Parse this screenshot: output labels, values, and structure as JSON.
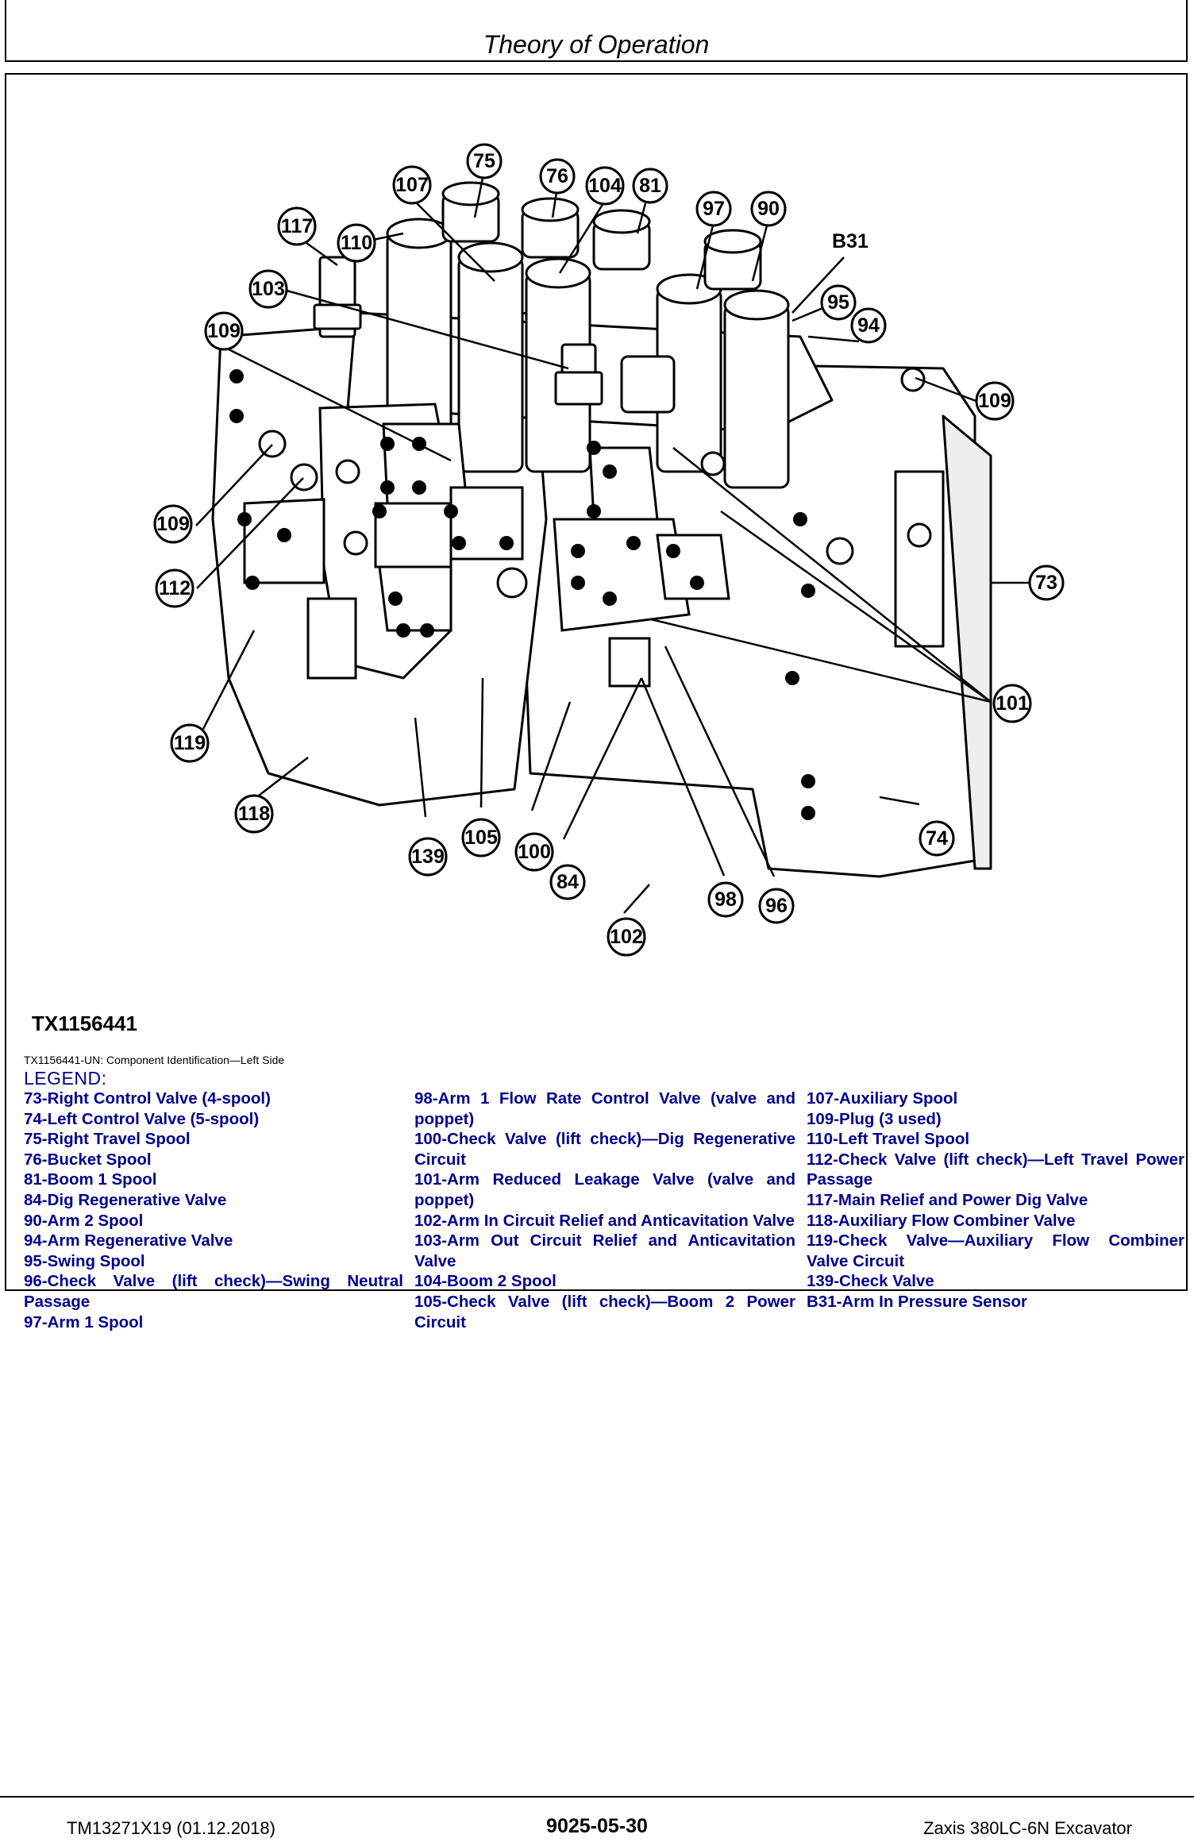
{
  "header": {
    "title": "Theory of Operation"
  },
  "figure": {
    "id": "TX1156441",
    "caption": "TX1156441-UN: Component Identification—Left Side",
    "callouts": [
      "75",
      "76",
      "107",
      "104",
      "81",
      "110",
      "97",
      "90",
      "117",
      "B31",
      "103",
      "95",
      "94",
      "109",
      "109",
      "109",
      "73",
      "112",
      "101",
      "119",
      "118",
      "74",
      "139",
      "105",
      "100",
      "84",
      "98",
      "96",
      "102"
    ]
  },
  "legend": {
    "heading": "LEGEND:",
    "col1": [
      "73-Right Control Valve (4-spool)",
      "74-Left Control Valve (5-spool)",
      "75-Right Travel Spool",
      "76-Bucket Spool",
      "81-Boom 1 Spool",
      "84-Dig Regenerative Valve",
      "90-Arm 2 Spool",
      "94-Arm Regenerative Valve",
      "95-Swing Spool",
      "96-Check Valve (lift check)—Swing Neutral Passage",
      "97-Arm 1 Spool"
    ],
    "col2": [
      "98-Arm 1 Flow Rate Control Valve (valve and poppet)",
      "100-Check Valve (lift check)—Dig Regenerative Circuit",
      "101-Arm Reduced Leakage Valve (valve and poppet)",
      "102-Arm In Circuit Relief and Anticavitation Valve",
      "103-Arm Out Circuit Relief and Anticavitation Valve",
      "104-Boom 2 Spool",
      "105-Check Valve (lift check)—Boom 2 Power Circuit"
    ],
    "col3": [
      "107-Auxiliary Spool",
      "109-Plug (3 used)",
      "110-Left Travel Spool",
      "112-Check Valve (lift check)—Left Travel Power Passage",
      "117-Main Relief and Power Dig Valve",
      "118-Auxiliary Flow Combiner Valve",
      "119-Check Valve—Auxiliary Flow Combiner Valve Circuit",
      "139-Check Valve",
      "B31-Arm In Pressure Sensor"
    ]
  },
  "footer": {
    "left": "TM13271X19 (01.12.2018)",
    "center": "9025-05-30",
    "right": "Zaxis 380LC-6N Excavator"
  }
}
